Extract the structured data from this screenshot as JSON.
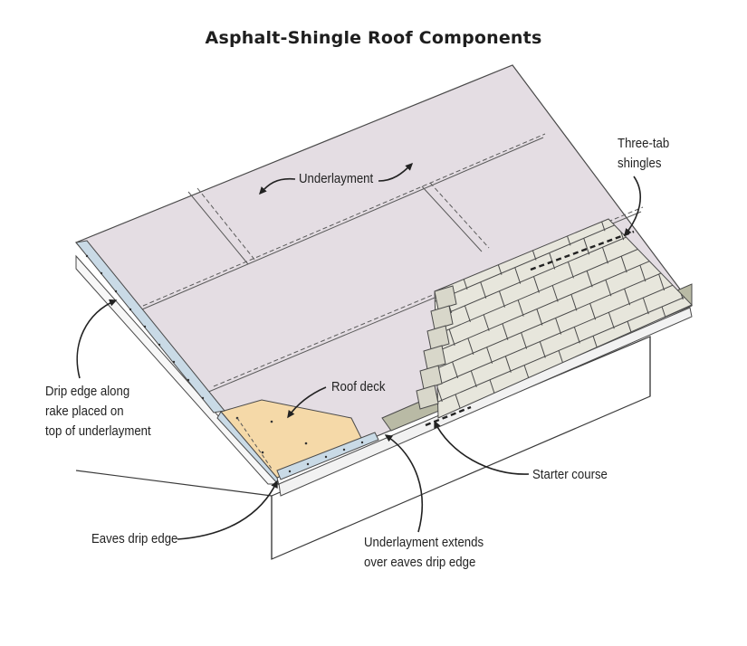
{
  "title": "Asphalt-Shingle Roof Components",
  "labels": {
    "underlayment": "Underlayment",
    "three_tab_line1": "Three-tab",
    "three_tab_line2": "shingles",
    "drip_rake_line1": "Drip edge along",
    "drip_rake_line2": "rake placed on",
    "drip_rake_line3": "top of underlayment",
    "roof_deck": "Roof deck",
    "starter_course": "Starter course",
    "eaves_drip_edge": "Eaves drip edge",
    "underlayment_extends_line1": "Underlayment extends",
    "underlayment_extends_line2": "over eaves drip edge"
  },
  "colors": {
    "underlayment": "#e4dde3",
    "roof_deck": "#f5d9a8",
    "drip_edge": "#c9dae6",
    "starter_course": "#b9baa5",
    "shingle": "#e7e6dc",
    "outline": "#4a4a4a",
    "wall": "#ffffff"
  }
}
